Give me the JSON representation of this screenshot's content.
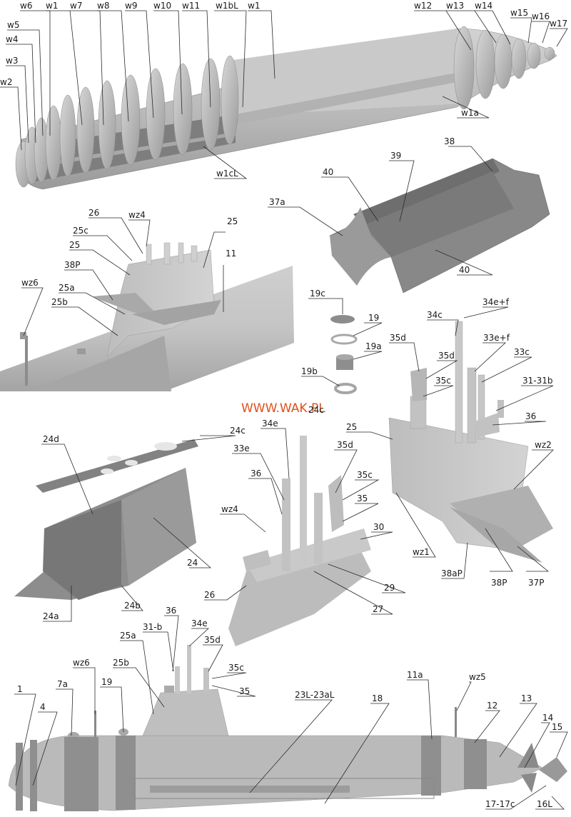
{
  "watermark": "WWW.WAK.PL",
  "labels": {
    "w6": "w6",
    "w1_top": "w1",
    "w7": "w7",
    "w8": "w8",
    "w9": "w9",
    "w10": "w10",
    "w11": "w11",
    "w1bL": "w1bL",
    "w1_b": "w1",
    "w12": "w12",
    "w13": "w13",
    "w14": "w14",
    "w15": "w15",
    "w16": "w16",
    "w17": "w17",
    "w5": "w5",
    "w4": "w4",
    "w3": "w3",
    "w2": "w2",
    "w1a": "w1a",
    "w1cL": "w1cL",
    "l38": "38",
    "l39": "39",
    "l40a": "40",
    "l37a": "37a",
    "l40b": "40",
    "l26a": "26",
    "wz4a": "wz4",
    "l25c": "25c",
    "l25a1": "25",
    "l25a2": "25",
    "l11": "11",
    "l38P": "38P",
    "wz6a": "wz6",
    "l25a": "25a",
    "l25b": "25b",
    "l19c": "19c",
    "l19": "19",
    "l19a": "19a",
    "l19b": "19b",
    "l34c": "34c",
    "l34ef": "34e+f",
    "l35d_r1": "35d",
    "l35d_r2": "35d",
    "l33ef": "33e+f",
    "l33c": "33c",
    "l35c_r": "35c",
    "l3131b": "31-31b",
    "l25_r": "25",
    "l36_r": "36",
    "wz2": "wz2",
    "wz1": "wz1",
    "l38aP": "38aP",
    "l38P_r": "38P",
    "l37P": "37P",
    "l24d": "24d",
    "l24c_top": "24c",
    "l24c": "24c",
    "l24": "24",
    "l24a": "24a",
    "l24b": "24b",
    "l34e_m": "34e",
    "l33e_m": "33e",
    "l35d_m": "35d",
    "l36_m": "36",
    "l35c_m": "35c",
    "l35_m": "35",
    "wz4_m": "wz4",
    "l30": "30",
    "l26_m": "26",
    "l29": "29",
    "l27": "27",
    "l36_b": "36",
    "l31b": "31-b",
    "l34e_b": "34e",
    "l35d_b": "35d",
    "l25a_b": "25a",
    "wz6_b": "wz6",
    "l25b_b": "25b",
    "l35c_b": "35c",
    "l19_b": "19",
    "l35_b": "35",
    "l23": "23L-23aL",
    "l18": "18",
    "l11a": "11a",
    "wz5": "wz5",
    "l1": "1",
    "l7a": "7a",
    "l4": "4",
    "l12": "12",
    "l13": "13",
    "l14": "14",
    "l15": "15",
    "l1717c": "17-17c",
    "l16L": "16L"
  },
  "colors": {
    "background": "#ffffff",
    "hull_light": "#c6c6c6",
    "hull_mid": "#a9a9a9",
    "hull_dark": "#8c8c8c",
    "stripe": "#909090",
    "watermark": "#e0501c",
    "leader": "#2a2a2a"
  }
}
